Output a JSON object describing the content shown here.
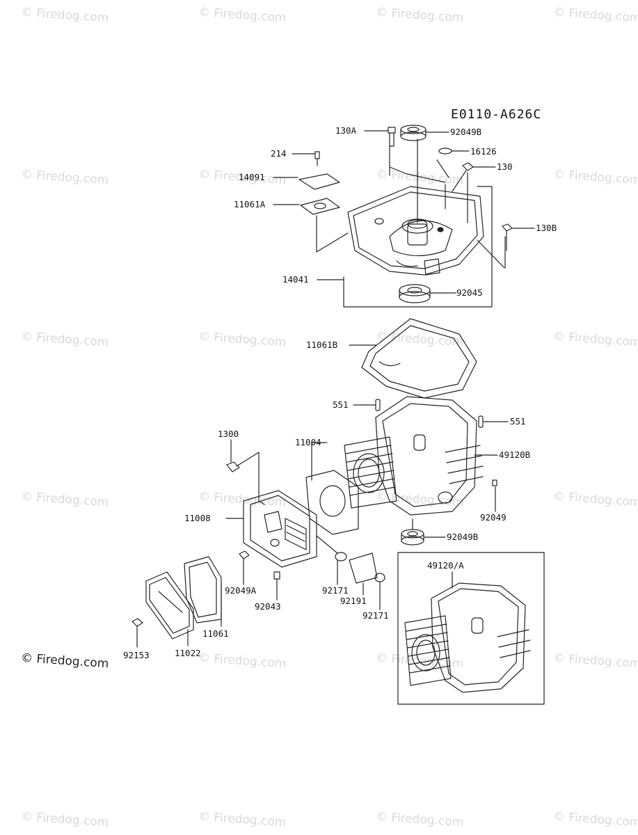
{
  "diagram_code": "E0110-A626C",
  "watermark_text": "© Firedog.com",
  "copyright": "© Firedog.com",
  "labels": {
    "p130A": "130A",
    "p92049B_top": "92049B",
    "p214": "214",
    "p16126": "16126",
    "p130": "130",
    "p14091": "14091",
    "p11061A": "11061A",
    "p130B": "130B",
    "p14041": "14041",
    "p92045": "92045",
    "p11061B": "11061B",
    "p551_left": "551",
    "p551_right": "551",
    "p1300": "1300",
    "p11004": "11004",
    "p49120B": "49120B",
    "p11008": "11008",
    "p92049": "92049",
    "p92049B_bottom": "92049B",
    "p49120A": "49120/A",
    "p92049A": "92049A",
    "p92171_left": "92171",
    "p92191": "92191",
    "p92171_right": "92171",
    "p92043": "92043",
    "p11061": "11061",
    "p92153": "92153",
    "p11022": "11022"
  }
}
